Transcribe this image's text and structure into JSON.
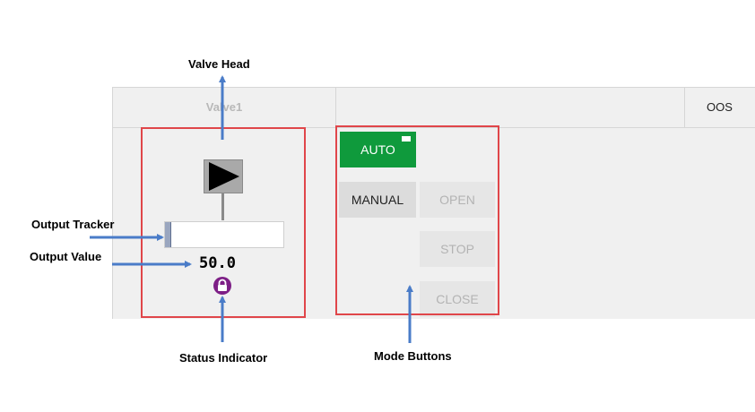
{
  "faceplate": {
    "title": "Valve1",
    "oos_label": "OOS",
    "output_value": "50.0",
    "output_fraction": 0.0,
    "accent_color": "#0f9a3c",
    "status_icon": "lock-icon"
  },
  "mode_buttons": {
    "auto": "AUTO",
    "manual": "MANUAL",
    "open": "OPEN",
    "stop": "STOP",
    "close": "CLOSE",
    "active": "AUTO"
  },
  "annotations": {
    "valve_head": "Valve Head",
    "output_tracker": "Output Tracker",
    "output_value": "Output Value",
    "status_indicator": "Status Indicator",
    "mode_buttons": "Mode Buttons"
  },
  "colors": {
    "highlight": "#e0464a",
    "arrow": "#4a7cc8"
  }
}
